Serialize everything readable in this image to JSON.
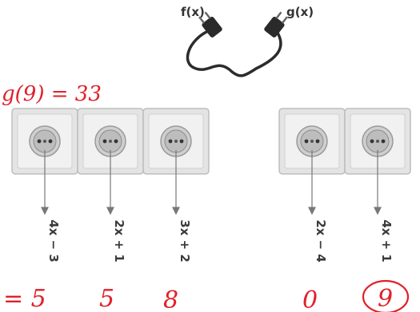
{
  "plugs": {
    "left_label": "f(x)",
    "right_label": "g(x)"
  },
  "note": "g(9) = 33",
  "outlets": [
    {
      "expr": "4x − 3",
      "answer": "= 5"
    },
    {
      "expr": "2x + 1",
      "answer": "5"
    },
    {
      "expr": "3x + 2",
      "answer": "8"
    },
    {
      "expr": "2x − 4",
      "answer": "0"
    },
    {
      "expr": "4x + 1",
      "answer": "9"
    }
  ]
}
